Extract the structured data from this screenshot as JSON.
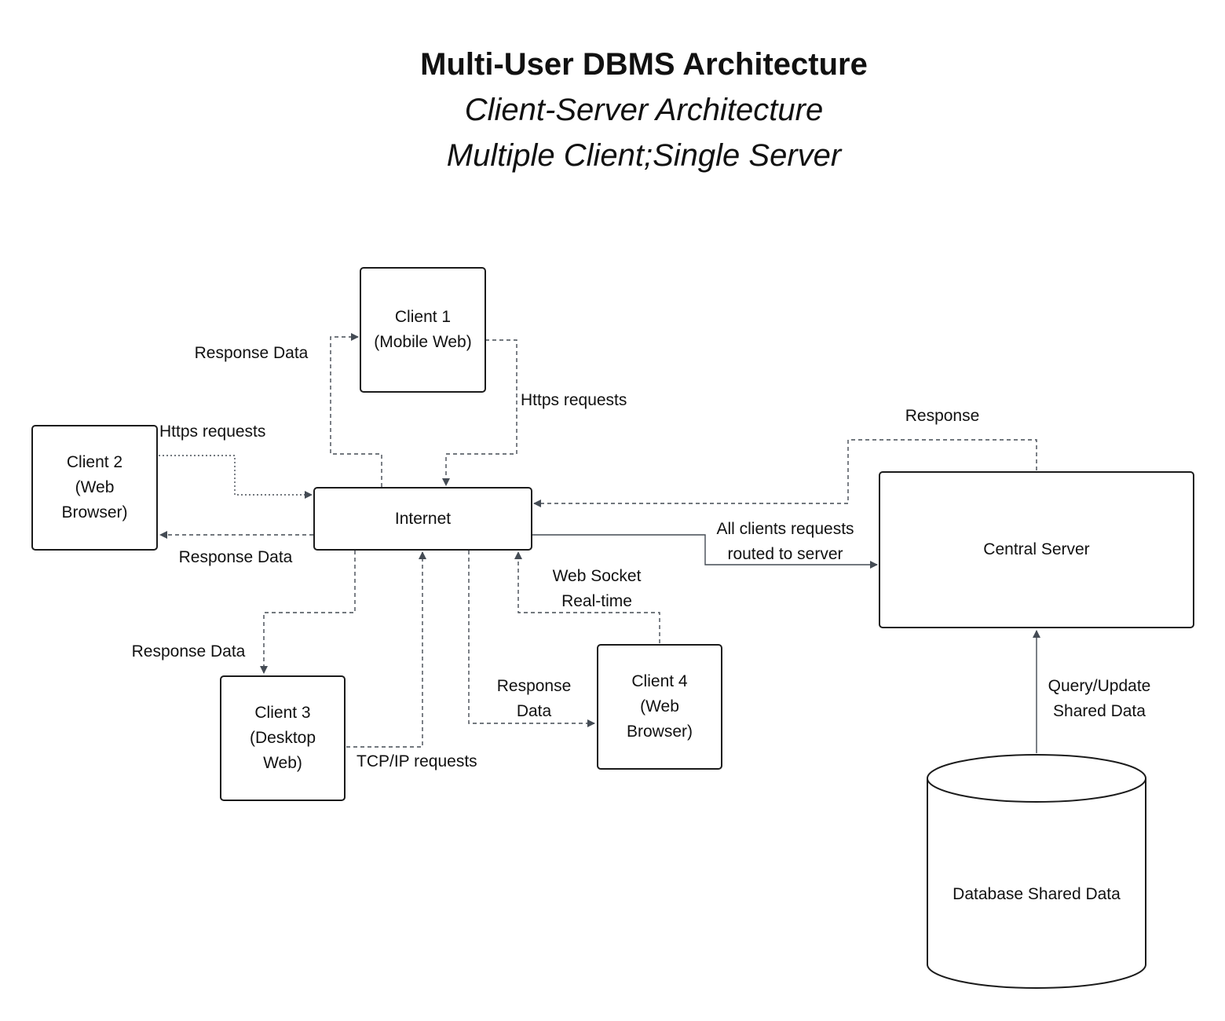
{
  "title": {
    "main": "Multi-User DBMS Architecture",
    "sub": "Client-Server Architecture",
    "sub2": "Multiple Client;Single Server"
  },
  "nodes": {
    "client1": "Client 1\n(Mobile Web)",
    "client2": "Client 2\n(Web\nBrowser)",
    "client3": "Client 3\n(Desktop\nWeb)",
    "client4": "Client 4\n(Web\nBrowser)",
    "internet": "Internet",
    "server": "Central Server",
    "database": "Database Shared Data"
  },
  "edges": {
    "c1_response": "Response Data",
    "c1_request": "Https requests",
    "c2_request": "Https requests",
    "c2_response": "Response Data",
    "c3_response": "Response Data",
    "c3_request": "TCP/IP requests",
    "c4_websocket": "Web Socket\nReal-time",
    "c4_response": "Response\nData",
    "server_response": "Response",
    "routed": "All clients requests\nrouted to server",
    "db_query": "Query/Update\nShared Data"
  },
  "colors": {
    "stroke": "#1b1b1b",
    "edge": "#444b54"
  }
}
